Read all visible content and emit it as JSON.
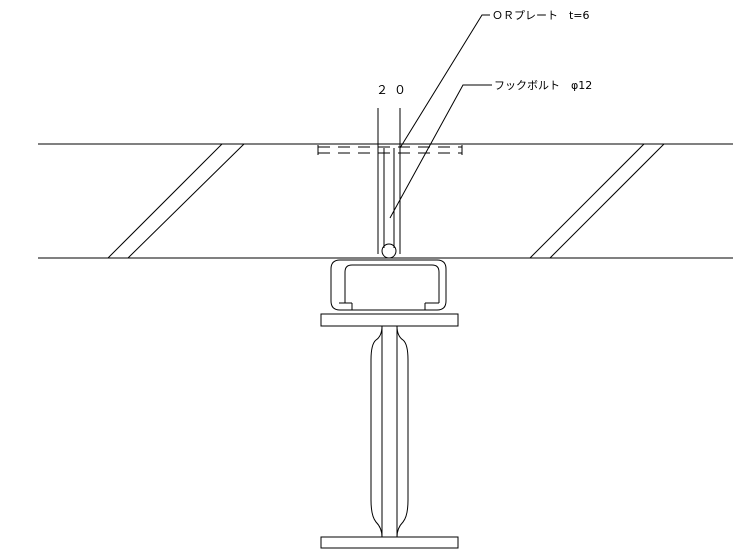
{
  "labels": {
    "or_plate": "ＯＲプレート　t=6",
    "hook_bolt": "フックボルト　φ12",
    "dimension": "２０"
  }
}
